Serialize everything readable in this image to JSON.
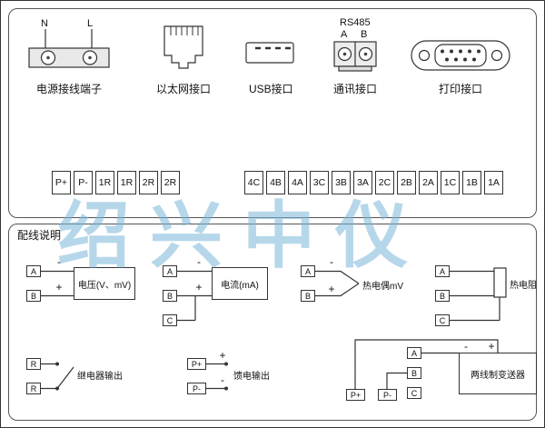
{
  "watermark": "绍兴中仪",
  "colors": {
    "watermark": "#7ab7d8",
    "line": "#333333"
  },
  "top": {
    "power": {
      "label": "电源接线端子",
      "n": "N",
      "l": "L"
    },
    "ethernet": {
      "label": "以太网接口"
    },
    "usb": {
      "label": "USB接口"
    },
    "comm": {
      "label": "通讯接口",
      "protocol": "RS485",
      "a": "A",
      "b": "B"
    },
    "printer": {
      "label": "打印接口"
    },
    "left_strip": [
      "P+",
      "P-",
      "1R",
      "1R",
      "2R",
      "2R"
    ],
    "right_strip": [
      "4C",
      "4B",
      "4A",
      "3C",
      "3B",
      "3A",
      "2C",
      "2B",
      "2A",
      "1C",
      "1B",
      "1A"
    ]
  },
  "bottom": {
    "title": "配线说明",
    "voltage": {
      "terminals": [
        "A",
        "B"
      ],
      "minus": "-",
      "plus": "+",
      "label": "电压(V、mV)"
    },
    "current": {
      "terminals": [
        "A",
        "B",
        "C"
      ],
      "minus": "-",
      "plus": "+",
      "label": "电流(mA)"
    },
    "thermocouple": {
      "terminals": [
        "A",
        "B"
      ],
      "minus": "-",
      "plus": "+",
      "label": "热电偶mV"
    },
    "rtd": {
      "terminals": [
        "A",
        "B",
        "C"
      ],
      "label": "热电阻"
    },
    "relay": {
      "terminals": [
        "R",
        "R"
      ],
      "label": "继电器输出"
    },
    "feed": {
      "terminals": [
        "P+",
        "P-"
      ],
      "plus": "+",
      "minus": "-",
      "label": "馈电输出"
    },
    "transmitter": {
      "terminals_power": [
        "P+",
        "P-"
      ],
      "terminals_signal": [
        "A",
        "B",
        "C"
      ],
      "minus": "-",
      "plus": "+",
      "label": "两线制变送器"
    }
  }
}
